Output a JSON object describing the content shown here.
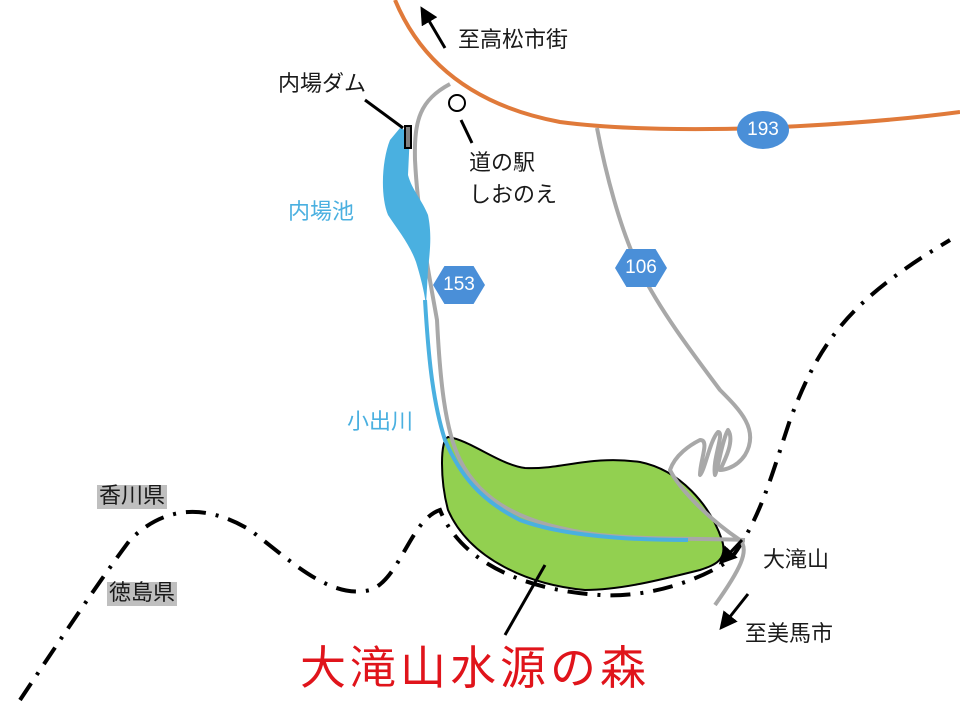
{
  "map": {
    "title": "大滝山水源の森",
    "colors": {
      "national_road": "#e07a3a",
      "pref_road": "#a8a8a8",
      "river": "#4ab0e0",
      "forest_fill": "#92d050",
      "title_text": "#e0141b",
      "route_shield": "#4a8fd8",
      "pref_label_bg": "#bfbfbf"
    },
    "labels": {
      "to_takamatsu": "至高松市街",
      "to_mima": "至美馬市",
      "dam": "内場ダム",
      "reservoir": "内場池",
      "river": "小出川",
      "roadside_station_line1": "道の駅",
      "roadside_station_line2": "しおのえ",
      "mountain": "大滝山",
      "kagawa": "香川県",
      "tokushima": "徳島県"
    },
    "routes": {
      "national": "193",
      "pref_a": "153",
      "pref_b": "106"
    }
  }
}
